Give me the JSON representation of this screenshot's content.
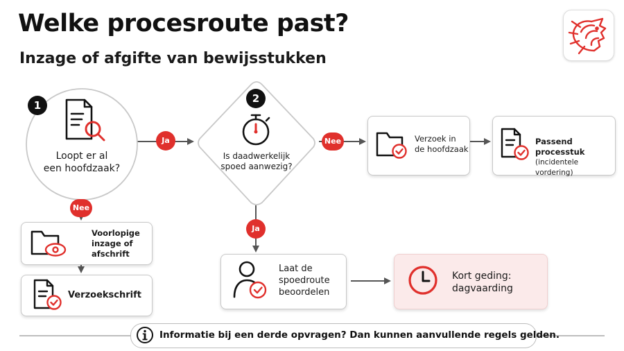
{
  "header": {
    "title": "Welke procesroute past?",
    "subtitle": "Inzage of afgifte van bewijsstukken"
  },
  "colors": {
    "accent": "#e0302c",
    "dark": "#111111",
    "card_border": "#c8c8c8",
    "pink_bg": "#fbeaea"
  },
  "steps": {
    "step1": {
      "number": "1",
      "line1": "Loopt er al",
      "line2": "een hoofdzaak?",
      "icon": "document-search-icon"
    },
    "step2": {
      "number": "2",
      "line1": "Is daadwerkelijk",
      "line2": "spoed aanwezig?",
      "icon": "stopwatch-icon"
    }
  },
  "badges": {
    "yes": "Ja",
    "no": "Nee"
  },
  "boxes": {
    "voorlopige": {
      "line1": "Voorlopige",
      "line2": "inzage of",
      "line3": "afschrift",
      "icon": "folder-eye-icon"
    },
    "verzoekschrift": {
      "label": "Verzoekschrift",
      "icon": "document-check-icon"
    },
    "verzoek_hoofdzaak": {
      "line1": "Verzoek in",
      "line2": "de hoofdzaak",
      "icon": "folder-check-icon"
    },
    "passend": {
      "line1": "Passend processtuk",
      "line2": "(incidentele vordering)",
      "icon": "document-check-icon"
    },
    "spoedroute": {
      "line1": "Laat de",
      "line2": "spoedroute",
      "line3": "beoordelen",
      "icon": "person-check-icon"
    },
    "kort_geding": {
      "line1": "Kort geding:",
      "line2": "dagvaarding",
      "icon": "clock-icon"
    }
  },
  "footer": {
    "icon": "info-icon",
    "text": "Informatie bij een derde opvragen?  Dan kunnen aanvullende regels gelden."
  }
}
